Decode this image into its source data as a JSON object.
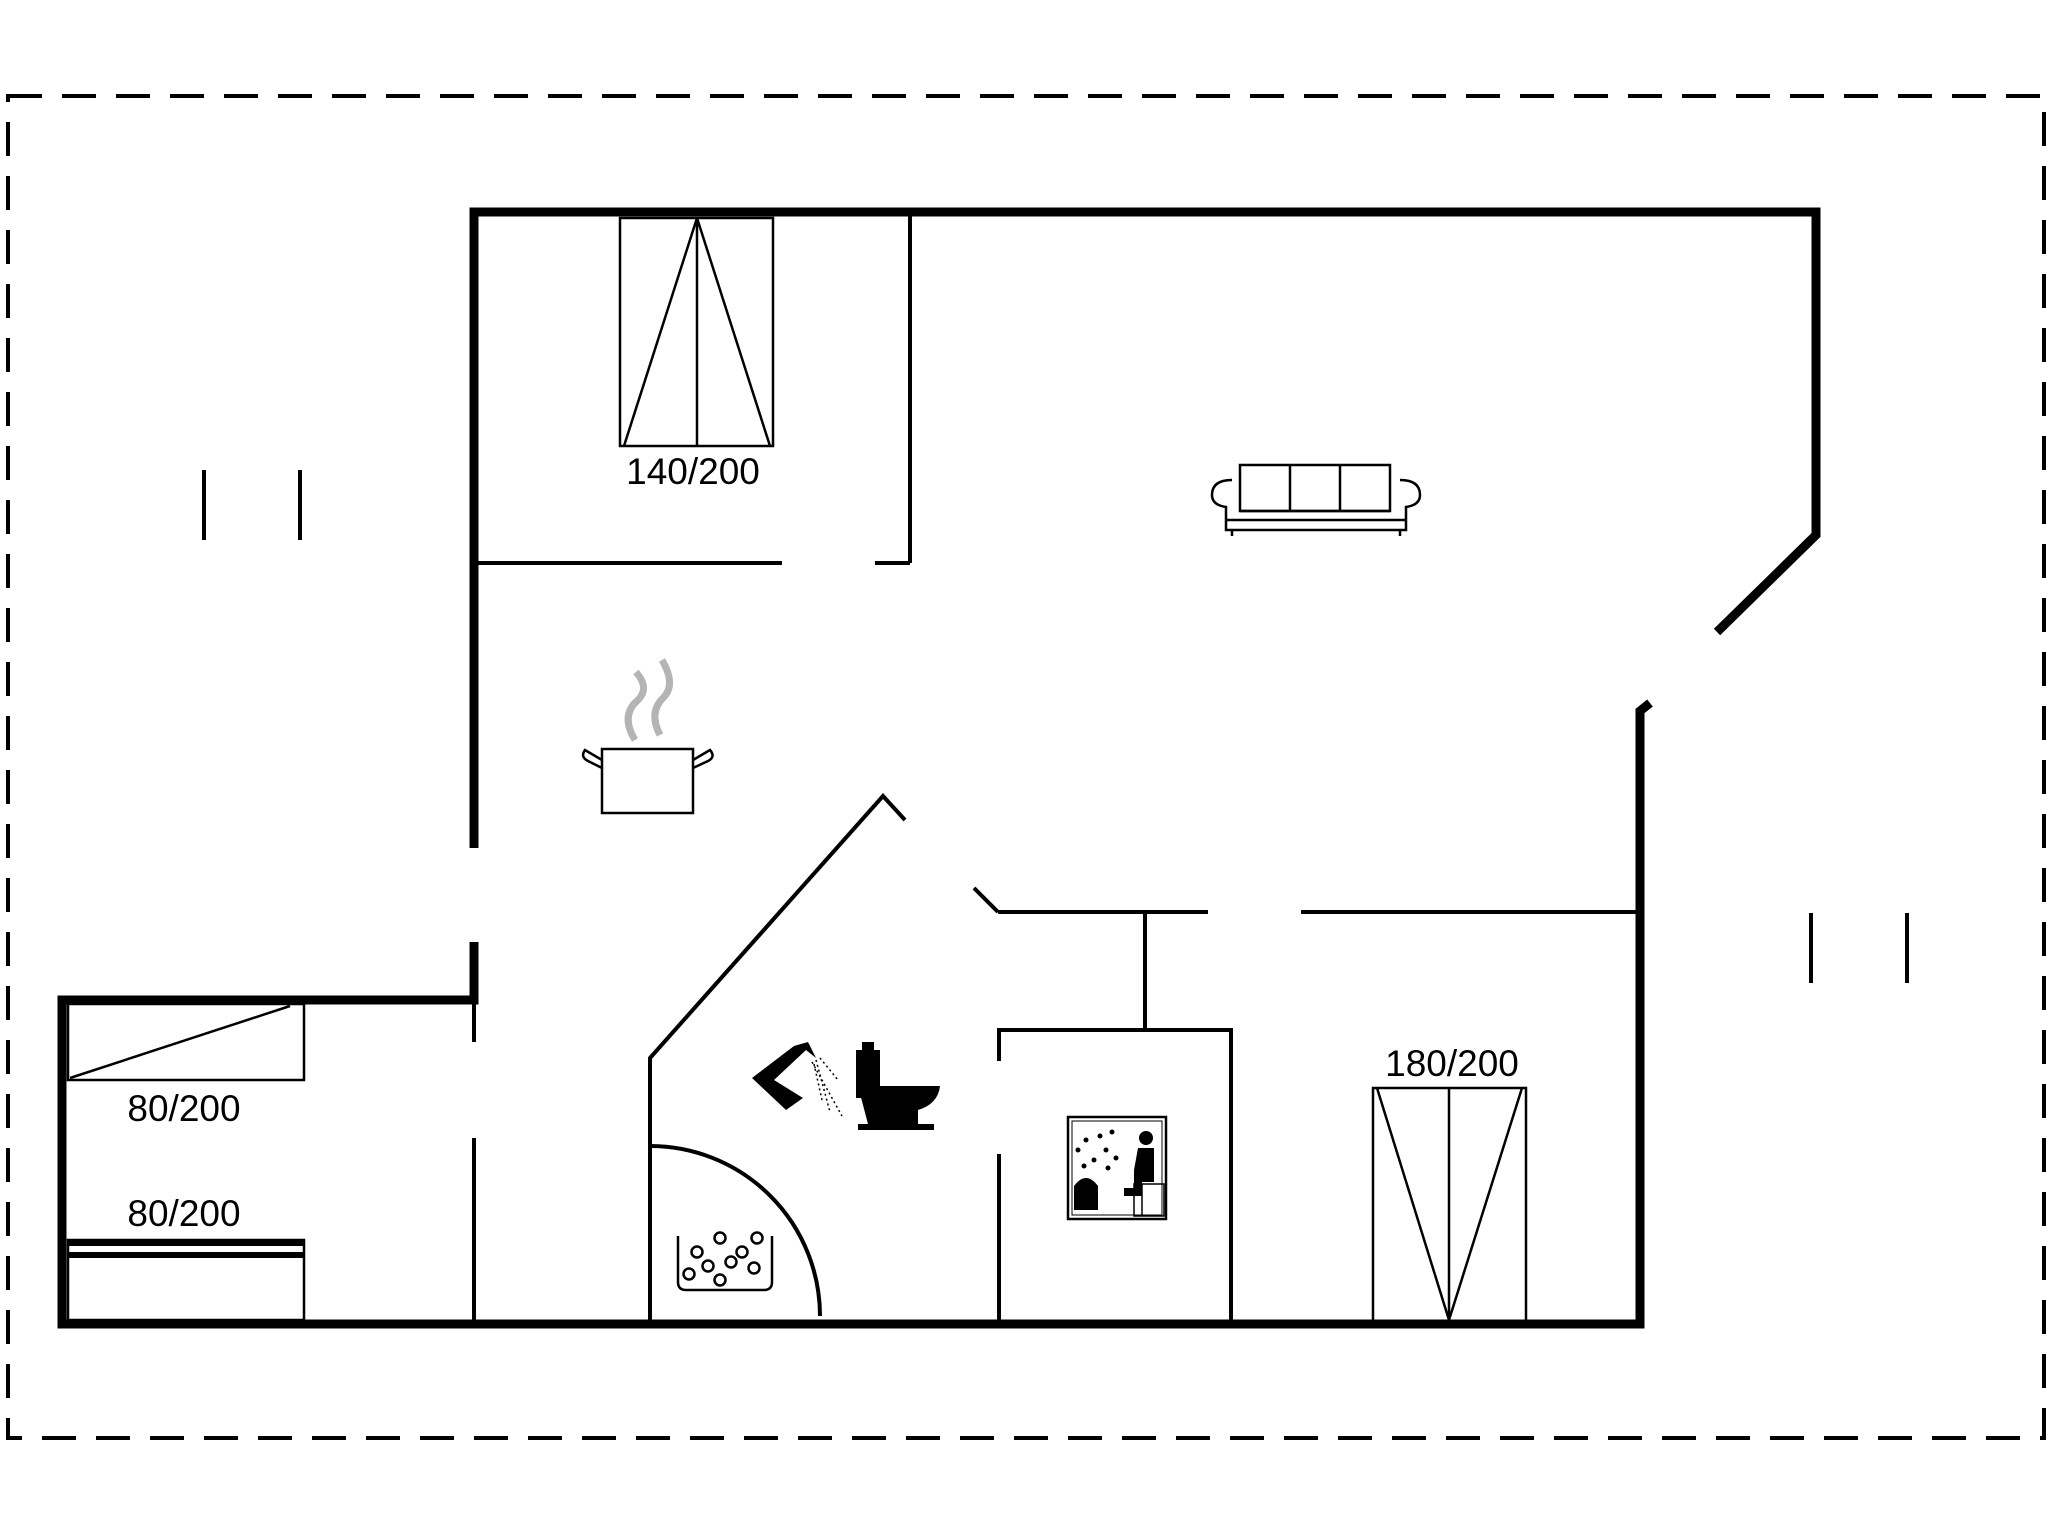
{
  "colors": {
    "line": "#000000",
    "background": "#ffffff",
    "steam": "#b4b4b4"
  },
  "beds": [
    {
      "label": "140/200"
    },
    {
      "label": "180/200"
    },
    {
      "label": "80/200"
    },
    {
      "label": "80/200"
    }
  ],
  "icons": [
    "sofa-icon",
    "cooking-pot-icon",
    "shower-icon",
    "toilet-icon",
    "sauna-icon",
    "whirlpool-icon",
    "double-bed-icon",
    "single-bed-icon"
  ]
}
